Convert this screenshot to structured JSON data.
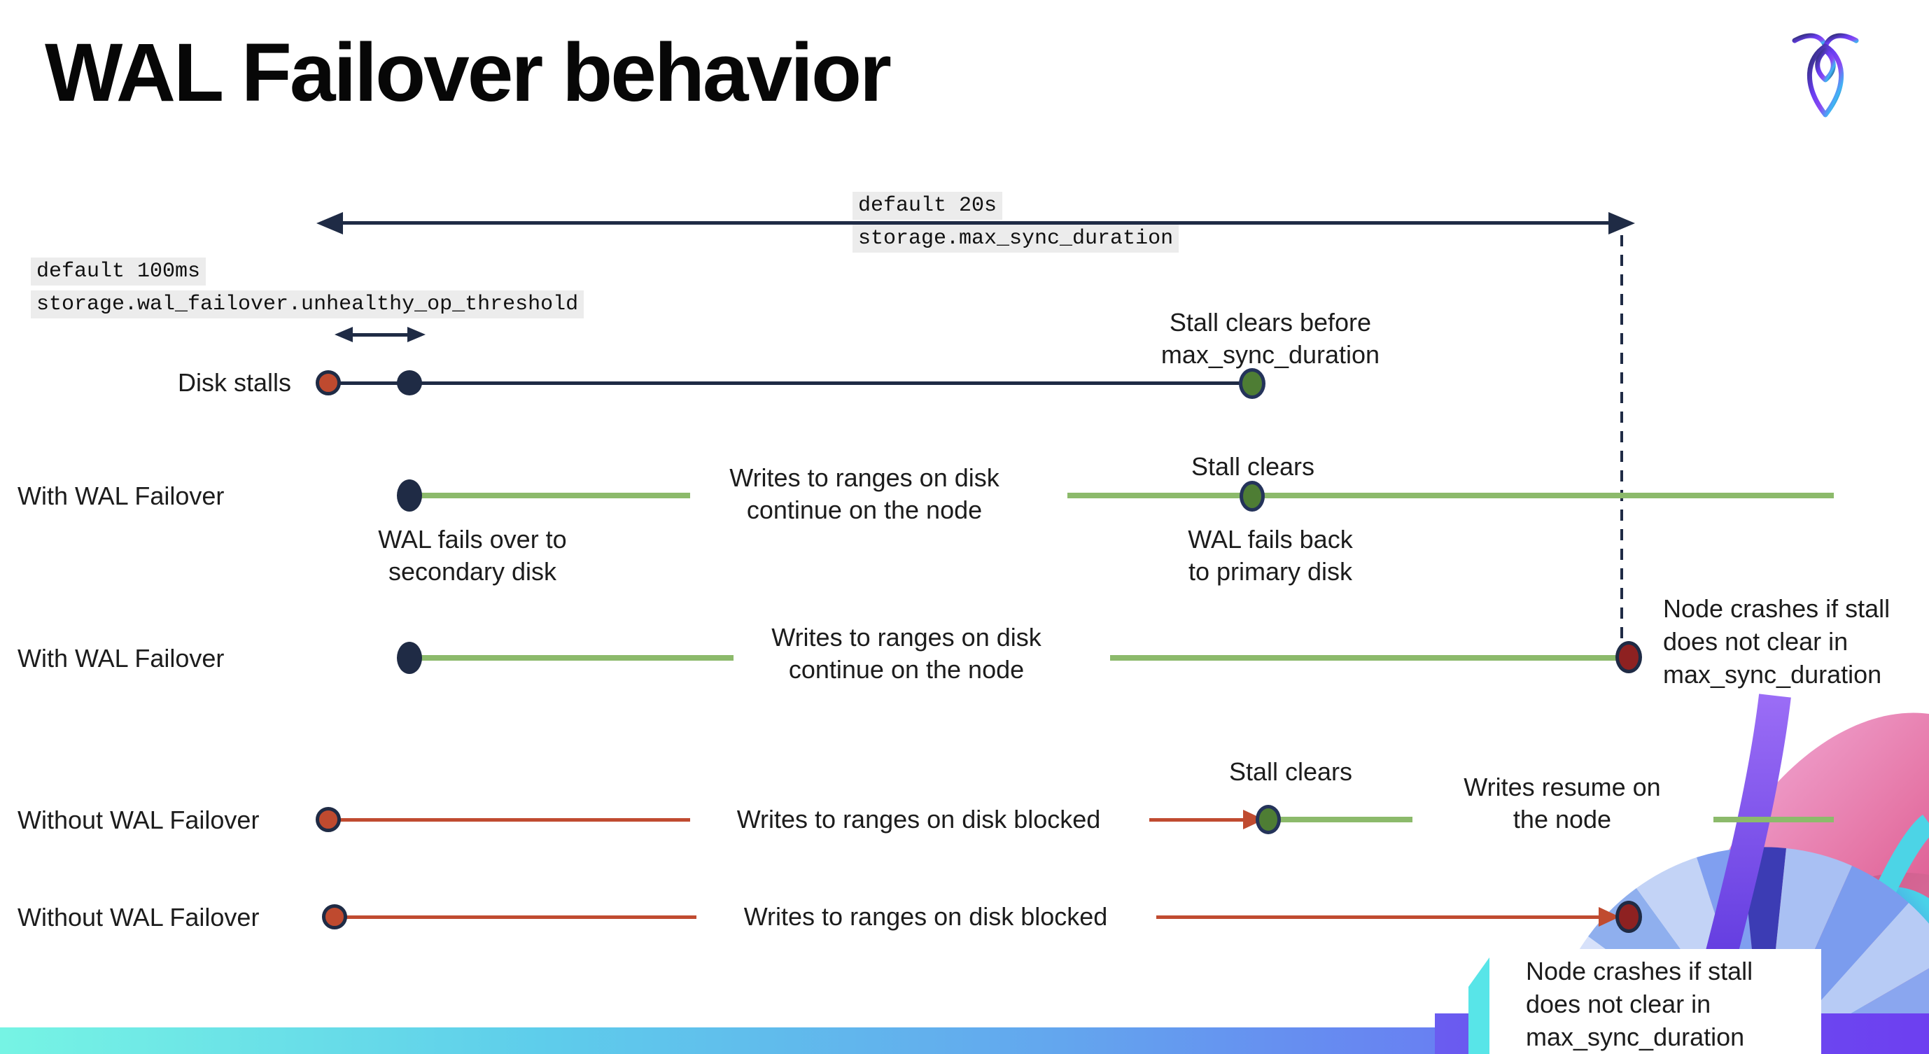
{
  "title": "WAL Failover behavior",
  "config_labels": {
    "max_sync_line1": "default 20s",
    "max_sync_line2": "storage.max_sync_duration",
    "unhealthy_line1": "default 100ms",
    "unhealthy_line2": "storage.wal_failover.unhealthy_op_threshold"
  },
  "rows": {
    "disk_stalls": {
      "label": "Disk stalls",
      "annotation": "Stall clears before\nmax_sync_duration"
    },
    "wal_failover_clears": {
      "label": "With WAL Failover",
      "failover_note": "WAL fails over to\nsecondary disk",
      "writes_note": "Writes to ranges on disk\ncontinue on the node",
      "stall_clears": "Stall clears",
      "failback_note": "WAL fails  back\nto primary disk"
    },
    "wal_failover_crash": {
      "label": "With WAL Failover",
      "writes_note": "Writes to ranges on disk\ncontinue on the node",
      "crash_note": "Node crashes if stall\ndoes not clear in\nmax_sync_duration"
    },
    "no_failover_clears": {
      "label": "Without WAL Failover",
      "writes_note": "Writes to ranges on disk  blocked",
      "stall_clears": "Stall clears",
      "resume_note": "Writes resume on\nthe node"
    },
    "no_failover_crash": {
      "label": "Without WAL Failover",
      "writes_note": "Writes to ranges on disk  blocked",
      "crash_note": "Node crashes if stall\ndoes not clear in\nmax_sync_duration"
    }
  },
  "colors": {
    "navy": "#1f2b45",
    "red": "#bf4a2f",
    "red_line": "#c04b30",
    "maroon": "#8e2121",
    "green_dot": "#4e7d34",
    "green_line": "#8cba6b",
    "label_bg": "#ececec",
    "bar_gradient": [
      "#76f4e4",
      "#5ecdeb",
      "#63a6ee",
      "#687ff2",
      "#6a5cf0",
      "#6e46f0"
    ]
  },
  "icons": {
    "logo": "cockroachdb-logo"
  }
}
